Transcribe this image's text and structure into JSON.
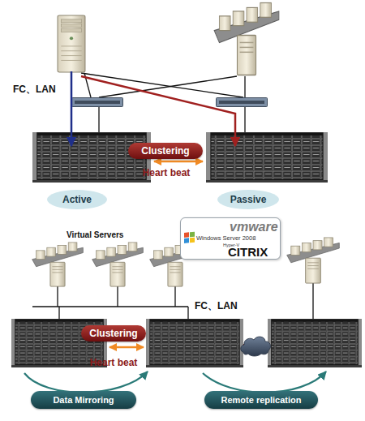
{
  "diagram": {
    "nodes": [
      {
        "text": [
          "Clustering"
        ]
      },
      {
        "text": [
          "Active"
        ]
      },
      {
        "text": [
          "Passive"
        ]
      },
      {
        "text": [
          "vmware",
          "Windows Server 2008",
          "Hyper-V",
          "CITRIX"
        ]
      },
      {
        "text": [
          "Clustering"
        ]
      },
      {
        "text": [
          "Data Mirroring"
        ]
      },
      {
        "text": [
          "Remote replication"
        ]
      }
    ],
    "labels": [
      "FC、LAN",
      "Heart beat",
      "Virtual Servers",
      "FC、LAN",
      "Heart beat"
    ]
  }
}
